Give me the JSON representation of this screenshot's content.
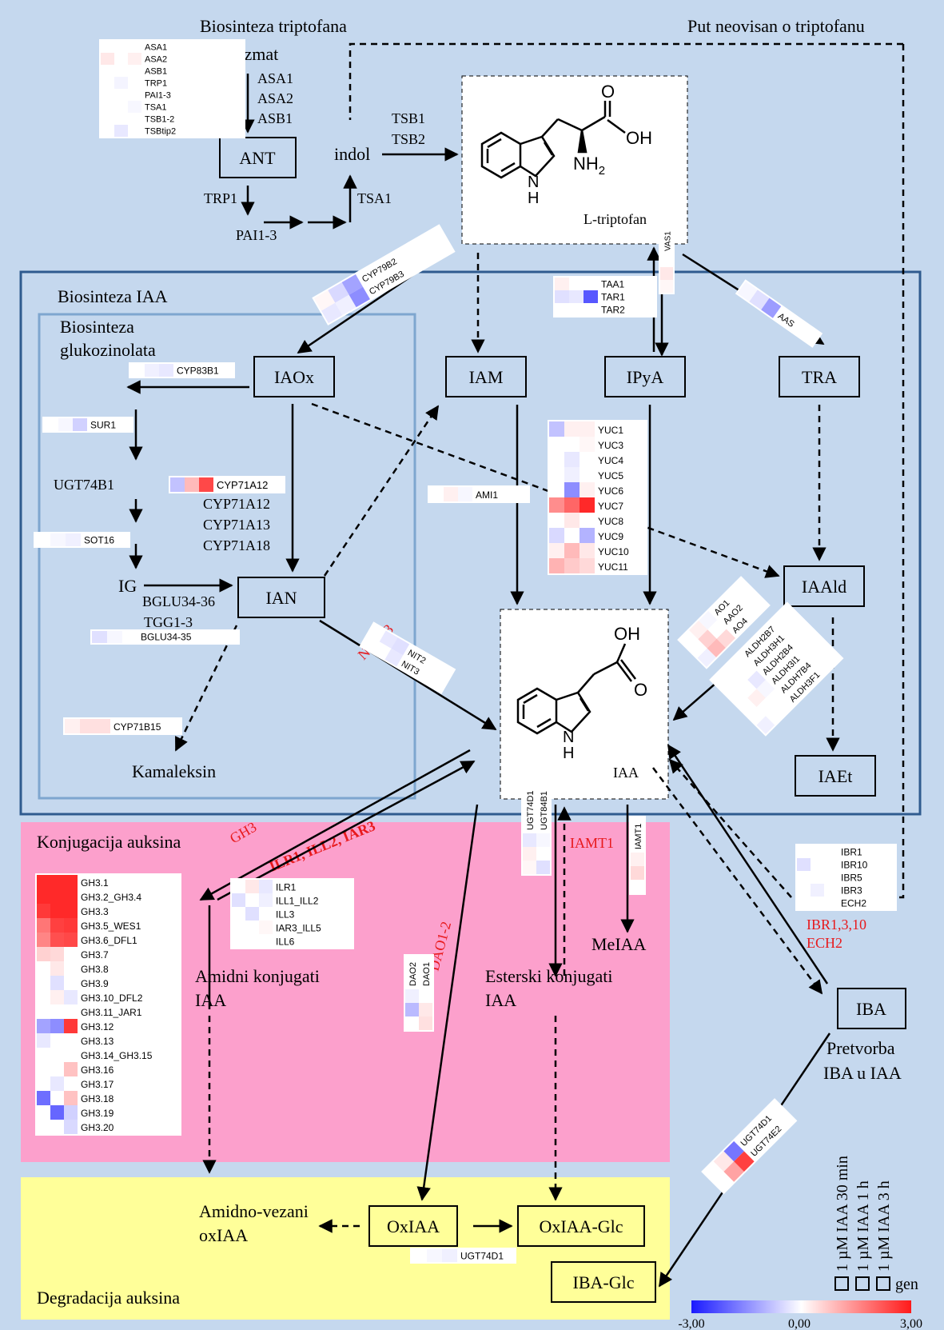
{
  "sections": {
    "trp_biosynthesis": "Biosinteza triptofana",
    "trp_independent": "Put neovisan  o triptofanu",
    "iaa_biosynthesis": "Biosinteza  IAA",
    "glucosinolate_biosynthesis": [
      "Biosinteza",
      "glukozinolata"
    ],
    "conjugation": "Konjugacija auksina",
    "degradation": "Degradacija  auksina"
  },
  "molecules": {
    "l_tryptophan": "L-triptofan",
    "iaa": "IAA",
    "nh2": "NH",
    "nh2_sub": "2",
    "oh": "OH",
    "o": "O",
    "h": "H",
    "n": "N"
  },
  "nodes": {
    "korizmat": "korizmat",
    "ant": "ANT",
    "indol": "indol",
    "iaox": "IAOx",
    "iam": "IAM",
    "ipya": "IPyA",
    "tra": "TRA",
    "ig": "IG",
    "ian": "IAN",
    "iaald": "IAAld",
    "iaet": "IAEt",
    "kamaleksin": "Kamaleksin",
    "amidni": [
      "Amidni  konjugati",
      "IAA"
    ],
    "esterski": [
      "Esterski  konjugati",
      "IAA"
    ],
    "meiaa": "MeIAA",
    "iba": "IBA",
    "iba_conv": [
      "Pretvorba",
      "IBA  u IAA"
    ],
    "amidno_vezani": [
      "Amidno-vezani",
      "oxIAA"
    ],
    "oxiaa": "OxIAA",
    "oxiaa_glc": "OxIAA-Glc",
    "iba_glc": "IBA-Glc"
  },
  "enzyme_labels": {
    "asa1": "ASA1",
    "asa2": "ASA2",
    "asb1": "ASB1",
    "trp1": "TRP1",
    "pai13": "PAI1-3",
    "tsa1": "TSA1",
    "tsb1": "TSB1",
    "tsb2": "TSB2",
    "ugt74b1": "UGT74B1",
    "cyp71a12": "CYP71A12",
    "cyp71a13": "CYP71A13",
    "cyp71a18": "CYP71A18",
    "bglu": "BGLU34-36",
    "tgg": "TGG1-3"
  },
  "red_labels": {
    "nit13": "NIT1-3",
    "gh3": "GH3",
    "ilr": "ILR1,  ILL2,  IAR3",
    "dao": "DAO1-2",
    "iamt1": "IAMT1",
    "ibr": [
      "IBR1,3,10",
      "ECH2"
    ]
  },
  "legend": {
    "columns": [
      "1 µM  IAA 30 min",
      "1 µM  IAA 1 h",
      "1 µM  IAA 3 h"
    ],
    "gene": "gen",
    "min": "-3,00",
    "mid": "0,00",
    "max": "3,00",
    "colors": {
      "low": "#1a1aff",
      "mid": "#ffffff",
      "high": "#ff1a1a"
    }
  },
  "heatmaps": [
    {
      "id": "trp",
      "genes": [
        "ASA1",
        "ASA2",
        "ASB1",
        "TRP1",
        "PAI1-3",
        "TSA1",
        "TSB1-2",
        "TSBtip2"
      ],
      "values": [
        [
          0,
          0,
          0
        ],
        [
          0.3,
          0,
          0.2
        ],
        [
          0,
          0,
          0
        ],
        [
          0,
          -0.15,
          0
        ],
        [
          0,
          0,
          0
        ],
        [
          0,
          0,
          -0.1
        ],
        [
          0,
          0,
          0
        ],
        [
          0,
          -0.3,
          0
        ]
      ]
    },
    {
      "id": "cyp79",
      "genes": [
        "CYP79B2",
        "CYP79B3"
      ],
      "values": [
        [
          0.1,
          -0.5,
          -1.2
        ],
        [
          -0.3,
          -0.2,
          -1.5
        ]
      ]
    },
    {
      "id": "taa",
      "genes": [
        "TAA1",
        "TAR1",
        "TAR2"
      ],
      "values": [
        [
          0.2,
          0,
          0
        ],
        [
          -0.4,
          -0.3,
          -2.2
        ],
        [
          0,
          0,
          0
        ]
      ]
    },
    {
      "id": "vas1",
      "genes": [
        "VAS1"
      ],
      "values": [
        [
          0.1,
          0.3,
          0
        ]
      ]
    },
    {
      "id": "aas",
      "genes": [
        "AAS"
      ],
      "values": [
        [
          -0.1,
          -0.4,
          -1.3
        ]
      ]
    },
    {
      "id": "cyp83b1",
      "genes": [
        "CYP83B1"
      ],
      "values": [
        [
          0,
          -0.2,
          -0.3
        ]
      ]
    },
    {
      "id": "sur1",
      "genes": [
        "SUR1"
      ],
      "values": [
        [
          0,
          -0.1,
          -0.6
        ]
      ]
    },
    {
      "id": "cyp71a12",
      "genes": [
        "CYP71A12"
      ],
      "values": [
        [
          -0.8,
          0.9,
          2.4
        ]
      ]
    },
    {
      "id": "sot16",
      "genes": [
        "SOT16"
      ],
      "values": [
        [
          0,
          -0.1,
          -0.2
        ]
      ]
    },
    {
      "id": "bglu",
      "genes": [
        "BGLU34-35"
      ],
      "values": [
        [
          -0.4,
          -0.1,
          0
        ]
      ]
    },
    {
      "id": "cyp71b15",
      "genes": [
        "CYP71B15"
      ],
      "values": [
        [
          0.2,
          0.4,
          0.4
        ]
      ]
    },
    {
      "id": "ami1",
      "genes": [
        "AMI1"
      ],
      "values": [
        [
          0,
          0.2,
          -0.1
        ]
      ]
    },
    {
      "id": "yuc",
      "genes": [
        "YUC1",
        "YUC3",
        "YUC4",
        "YUC5",
        "YUC6",
        "YUC7",
        "YUC8",
        "YUC9",
        "YUC10",
        "YUC11"
      ],
      "values": [
        [
          -0.8,
          0.2,
          0.2
        ],
        [
          0,
          0,
          0.1
        ],
        [
          0,
          -0.3,
          0
        ],
        [
          0,
          -0.2,
          0
        ],
        [
          0,
          -1.5,
          0.2
        ],
        [
          1.5,
          2.0,
          2.8
        ],
        [
          0,
          0.3,
          0
        ],
        [
          -0.5,
          0,
          -1.0
        ],
        [
          0.2,
          0.9,
          0.3
        ],
        [
          1.0,
          0.7,
          0.5
        ]
      ]
    },
    {
      "id": "nit",
      "genes": [
        "NIT2",
        "NIT3"
      ],
      "values": [
        [
          0,
          -0.3,
          -0.4
        ],
        [
          0,
          0,
          -0.3
        ]
      ]
    },
    {
      "id": "ao",
      "genes": [
        "AO1",
        "AAO2",
        "AO4"
      ],
      "values": [
        [
          0,
          0.2,
          -0.1
        ],
        [
          0,
          0.6,
          0
        ],
        [
          -0.2,
          0.9,
          0.5
        ]
      ]
    },
    {
      "id": "aldh",
      "genes": [
        "ALDH2B7",
        "ALDH3H1",
        "ALDH2B4",
        "ALDH3I1",
        "ALDH7B4",
        "ALDH3F1"
      ],
      "values": [
        [
          0,
          0,
          0
        ],
        [
          0,
          0,
          0
        ],
        [
          0,
          0,
          -0.3
        ],
        [
          0,
          0.2,
          -0.1
        ],
        [
          0,
          0,
          0
        ],
        [
          -0.2,
          0,
          0
        ]
      ]
    },
    {
      "id": "ibr",
      "genes": [
        "IBR1",
        "IBR10",
        "IBR5",
        "IBR3",
        "ECH2"
      ],
      "values": [
        [
          0,
          0,
          0
        ],
        [
          -0.4,
          0,
          0
        ],
        [
          0,
          0,
          0
        ],
        [
          0,
          -0.2,
          0
        ],
        [
          0,
          0,
          0
        ]
      ]
    },
    {
      "id": "ugt84",
      "genes": [
        "UGT74D1",
        "UGT84B1"
      ],
      "values": [
        [
          -0.3,
          0.2,
          0.1
        ],
        [
          -0.1,
          0,
          -0.4
        ]
      ]
    },
    {
      "id": "iamt1",
      "genes": [
        "IAMT1"
      ],
      "values": [
        [
          0.2,
          0.5,
          0
        ]
      ]
    },
    {
      "id": "gh3",
      "genes": [
        "GH3.1",
        "GH3.2_GH3.4",
        "GH3.3",
        "GH3.5_WES1",
        "GH3.6_DFL1",
        "GH3.7",
        "GH3.8",
        "GH3.9",
        "GH3.10_DFL2",
        "GH3.11_JAR1",
        "GH3.12",
        "GH3.13",
        "GH3.14_GH3.15",
        "GH3.16",
        "GH3.17",
        "GH3.18",
        "GH3.19",
        "GH3.20"
      ],
      "values": [
        [
          2.8,
          2.8,
          2.8
        ],
        [
          2.8,
          2.8,
          2.8
        ],
        [
          2.6,
          2.8,
          2.8
        ],
        [
          1.8,
          2.5,
          2.6
        ],
        [
          1.6,
          2.3,
          2.4
        ],
        [
          0.6,
          0.5,
          0
        ],
        [
          0,
          0.3,
          0
        ],
        [
          0,
          -0.4,
          0
        ],
        [
          0,
          0.2,
          -0.3
        ],
        [
          0,
          0,
          0
        ],
        [
          -1.2,
          -1.5,
          2.6
        ],
        [
          -0.3,
          0,
          0
        ],
        [
          0,
          0,
          0
        ],
        [
          0,
          0,
          0.8
        ],
        [
          0,
          -0.3,
          0
        ],
        [
          -1.9,
          0,
          0.8
        ],
        [
          0,
          -2.0,
          -0.6
        ],
        [
          0,
          0,
          -0.5
        ]
      ]
    },
    {
      "id": "ilr",
      "genes": [
        "ILR1",
        "ILL1_ILL2",
        "ILL3",
        "IAR3_ILL5",
        "ILL6"
      ],
      "values": [
        [
          0,
          0.3,
          -0.3
        ],
        [
          -0.4,
          0,
          -0.2
        ],
        [
          0,
          -0.4,
          0
        ],
        [
          0,
          0,
          0.1
        ],
        [
          0,
          0,
          0
        ]
      ]
    },
    {
      "id": "dao",
      "genes": [
        "DAO2",
        "DAO1"
      ],
      "values": [
        [
          -0.2,
          -0.9,
          0
        ],
        [
          0,
          0.3,
          0.4
        ]
      ]
    },
    {
      "id": "ugt74e2",
      "genes": [
        "UGT74D1",
        "UGT74E2"
      ],
      "values": [
        [
          0,
          0.3,
          -1.8
        ],
        [
          0,
          1.2,
          2.5
        ]
      ]
    },
    {
      "id": "ugt74d1b",
      "genes": [
        "UGT74D1"
      ],
      "values": [
        [
          0,
          -0.1,
          -0.2
        ]
      ]
    }
  ]
}
